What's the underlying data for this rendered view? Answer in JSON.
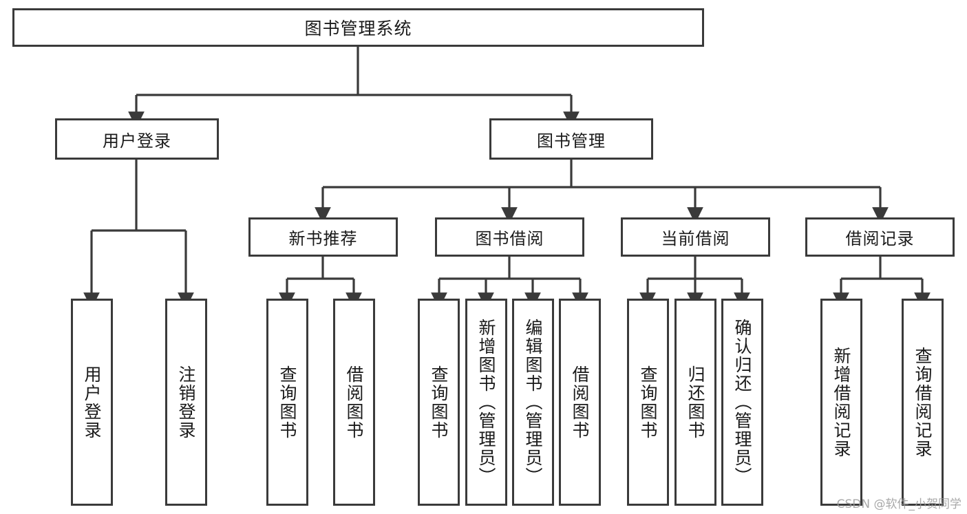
{
  "diagram": {
    "title": "图书管理系统",
    "type": "hierarchy-tree",
    "watermark": "CSDN @软件_小贺同学",
    "colors": {
      "border": "#3a3a3a",
      "text": "#1a1a1a",
      "background": "#ffffff",
      "watermark": "#9a9a9a"
    },
    "nodes": {
      "root": {
        "label": "图书管理系统"
      },
      "level2": [
        {
          "id": "user-login",
          "label": "用户登录"
        },
        {
          "id": "book-manage",
          "label": "图书管理"
        }
      ],
      "level3": [
        {
          "id": "new-book-rec",
          "label": "新书推荐"
        },
        {
          "id": "book-borrow",
          "label": "图书借阅"
        },
        {
          "id": "current-borrow",
          "label": "当前借阅"
        },
        {
          "id": "borrow-record",
          "label": "借阅记录"
        }
      ],
      "leaves": {
        "user_login": [
          {
            "id": "leaf-user-login",
            "label": "用户登录"
          },
          {
            "id": "leaf-user-logout",
            "label": "注销登录"
          }
        ],
        "new_book_rec": [
          {
            "id": "leaf-query-book-1",
            "label": "查询图书"
          },
          {
            "id": "leaf-borrow-book-1",
            "label": "借阅图书"
          }
        ],
        "book_borrow": [
          {
            "id": "leaf-query-book-2",
            "label": "查询图书"
          },
          {
            "id": "leaf-add-book",
            "label": "新增图书（管理员）"
          },
          {
            "id": "leaf-edit-book",
            "label": "编辑图书（管理员）"
          },
          {
            "id": "leaf-borrow-book-2",
            "label": "借阅图书"
          }
        ],
        "current_borrow": [
          {
            "id": "leaf-query-book-3",
            "label": "查询图书"
          },
          {
            "id": "leaf-return-book",
            "label": "归还图书"
          },
          {
            "id": "leaf-confirm-return",
            "label": "确认归还（管理员）"
          }
        ],
        "borrow_record": [
          {
            "id": "leaf-add-record",
            "label": "新增借阅记录"
          },
          {
            "id": "leaf-query-record",
            "label": "查询借阅记录"
          }
        ]
      }
    }
  }
}
